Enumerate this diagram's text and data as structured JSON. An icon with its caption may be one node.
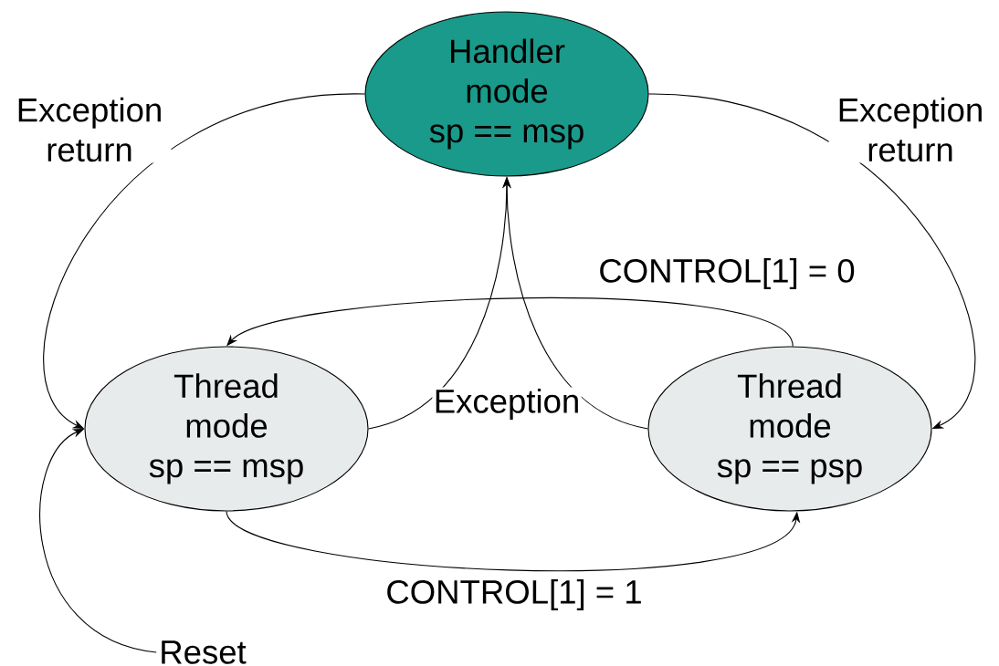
{
  "diagram": {
    "nodes": [
      {
        "text": [
          "Handler mode",
          "sp == msp"
        ]
      },
      {
        "text": [
          "Thread mode",
          "sp == msp"
        ]
      },
      {
        "text": [
          "Thread mode",
          "sp == psp"
        ]
      },
      {
        "text": [
          "Reset"
        ]
      }
    ],
    "edges": [
      {
        "from": 0,
        "to": 1,
        "arrow": "to",
        "label": "Exception return"
      },
      {
        "from": 0,
        "to": 2,
        "arrow": "to",
        "label": "Exception return"
      },
      {
        "from": 2,
        "to": 1,
        "arrow": "to",
        "label": "CONTROL[1] = 0"
      },
      {
        "from": 1,
        "to": 0,
        "arrow": "to",
        "label": "Exception"
      },
      {
        "from": 2,
        "to": 0,
        "arrow": "to"
      },
      {
        "from": 1,
        "to": 2,
        "arrow": "to",
        "label": "CONTROL[1] = 1"
      },
      {
        "from": 3,
        "to": 1,
        "arrow": "to"
      }
    ]
  }
}
